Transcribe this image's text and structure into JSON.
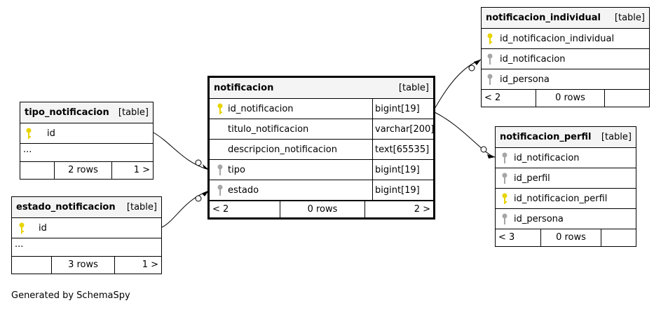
{
  "footer": {
    "generated_by": "Generated by SchemaSpy"
  },
  "colors": {
    "primary_key": "#e8d400",
    "foreign_key": "#a6a6a6",
    "header_bg": "#f4f4f4",
    "border": "#000000"
  },
  "tables": {
    "tipo_notificacion": {
      "name": "tipo_notificacion",
      "kind": "[table]",
      "columns": [
        {
          "name": "id",
          "key": "primary-key-icon"
        }
      ],
      "more": "...",
      "footer": {
        "left": "",
        "rows": "2 rows",
        "right": "1 >"
      }
    },
    "estado_notificacion": {
      "name": "estado_notificacion",
      "kind": "[table]",
      "columns": [
        {
          "name": "id",
          "key": "primary-key-icon"
        }
      ],
      "more": "...",
      "footer": {
        "left": "",
        "rows": "3 rows",
        "right": "1 >"
      }
    },
    "notificacion": {
      "name": "notificacion",
      "kind": "[table]",
      "columns": [
        {
          "name": "id_notificacion",
          "type": "bigint[19]",
          "key": "primary-key-icon"
        },
        {
          "name": "titulo_notificacion",
          "type": "varchar[200]",
          "key": ""
        },
        {
          "name": "descripcion_notificacion",
          "type": "text[65535]",
          "key": ""
        },
        {
          "name": "tipo",
          "type": "bigint[19]",
          "key": "foreign-key-icon"
        },
        {
          "name": "estado",
          "type": "bigint[19]",
          "key": "foreign-key-icon"
        }
      ],
      "footer": {
        "left": "< 2",
        "rows": "0 rows",
        "right": "2 >"
      }
    },
    "notificacion_individual": {
      "name": "notificacion_individual",
      "kind": "[table]",
      "columns": [
        {
          "name": "id_notificacion_individual",
          "key": "primary-key-icon"
        },
        {
          "name": "id_notificacion",
          "key": "foreign-key-icon"
        },
        {
          "name": "id_persona",
          "key": "foreign-key-icon"
        }
      ],
      "footer": {
        "left": "< 2",
        "rows": "0 rows",
        "right": ""
      }
    },
    "notificacion_perfil": {
      "name": "notificacion_perfil",
      "kind": "[table]",
      "columns": [
        {
          "name": "id_notificacion",
          "key": "foreign-key-icon"
        },
        {
          "name": "id_perfil",
          "key": "foreign-key-icon"
        },
        {
          "name": "id_notificacion_perfil",
          "key": "primary-key-icon"
        },
        {
          "name": "id_persona",
          "key": "foreign-key-icon"
        }
      ],
      "footer": {
        "left": "< 3",
        "rows": "0 rows",
        "right": ""
      }
    }
  }
}
